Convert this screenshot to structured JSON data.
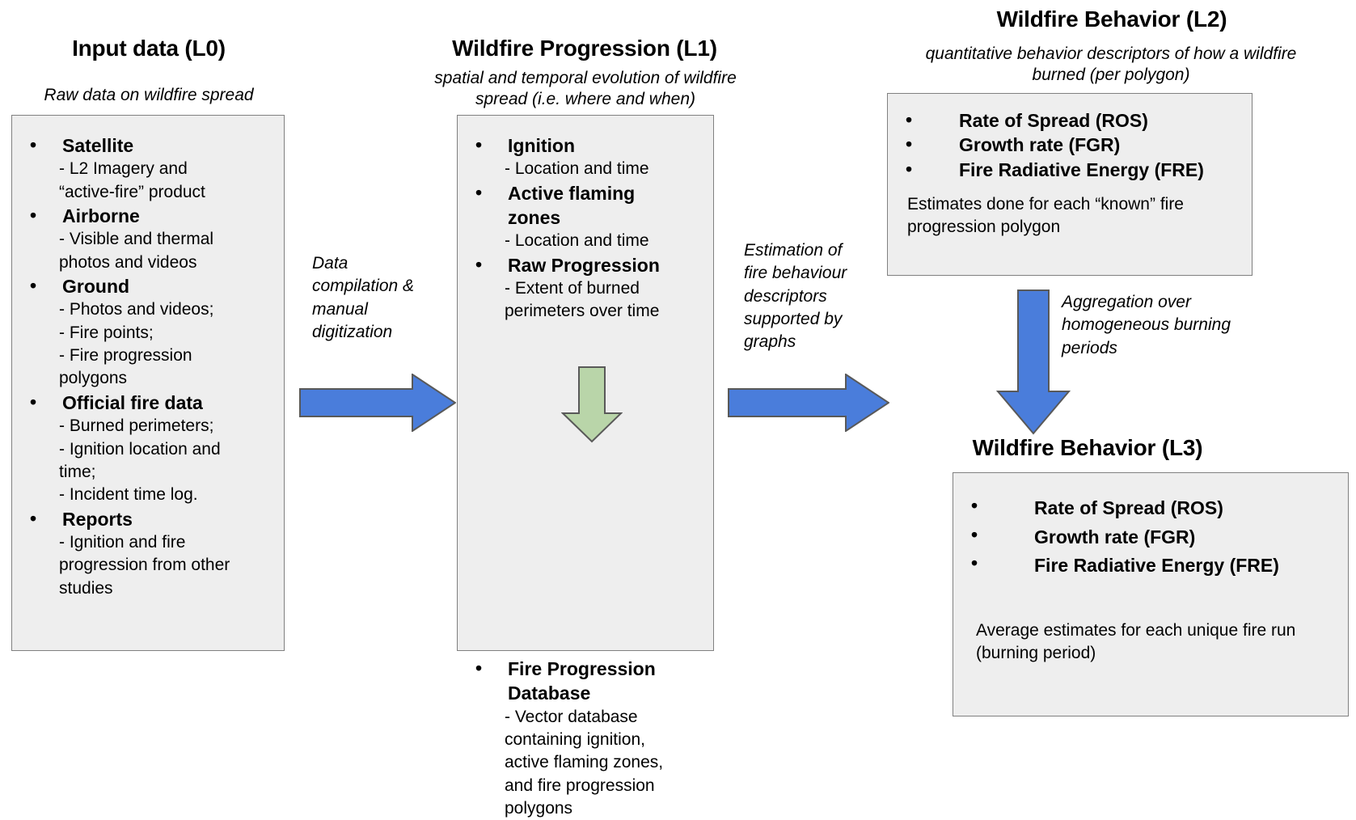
{
  "colors": {
    "panel_fill": "#eeeeee",
    "panel_border": "#808080",
    "arrow_blue": "#4a7ddb",
    "arrow_green": "#b9d5a9",
    "arrow_outline": "#595959",
    "text": "#000000"
  },
  "columns": {
    "l0": {
      "title": "Input data (L0)",
      "subtitle": "Raw data on wildfire spread",
      "items": [
        {
          "heading": "Satellite",
          "lines": [
            "- L2 Imagery and",
            "“active-fire” product"
          ]
        },
        {
          "heading": "Airborne",
          "lines": [
            "- Visible and thermal",
            "photos and videos"
          ]
        },
        {
          "heading": "Ground",
          "lines": [
            "- Photos and videos;",
            "- Fire points;",
            "- Fire progression",
            "polygons"
          ]
        },
        {
          "heading": "Official fire data",
          "lines": [
            "- Burned perimeters;",
            "- Ignition location and",
            "time;",
            "- Incident time log."
          ]
        },
        {
          "heading": "Reports",
          "lines": [
            "- Ignition and fire",
            "progression from other",
            "studies"
          ]
        }
      ]
    },
    "l1": {
      "title": "Wildfire Progression (L1)",
      "subtitle": "spatial and temporal evolution of wildfire spread (i.e. where and when)",
      "items_top": [
        {
          "heading": "Ignition",
          "lines": [
            "- Location and time"
          ]
        },
        {
          "heading": "Active flaming zones",
          "lines": [
            "- Location and time"
          ]
        },
        {
          "heading": "Raw Progression",
          "lines": [
            "- Extent of burned",
            "perimeters over time"
          ]
        }
      ],
      "items_bottom": [
        {
          "heading": "Fire Progression Database",
          "lines": [
            "- Vector database",
            "containing ignition,",
            "active flaming zones,",
            "and fire progression",
            "polygons"
          ]
        }
      ]
    },
    "l2": {
      "title": "Wildfire Behavior (L2)",
      "subtitle": "quantitative behavior descriptors of  how a wildfire burned (per polygon)",
      "items": [
        "Rate of Spread (ROS)",
        "Growth rate (FGR)",
        "Fire Radiative Energy (FRE)"
      ],
      "note": "Estimates done for each “known” fire progression polygon"
    },
    "l3": {
      "title": "Wildfire Behavior (L3)",
      "items": [
        "Rate of Spread (ROS)",
        "Growth rate (FGR)",
        "Fire Radiative Energy (FRE)"
      ],
      "note": "Average estimates for each unique fire run (burning period)"
    }
  },
  "connectors": {
    "l0_to_l1": {
      "label": "Data compilation & manual digitization",
      "direction": "right",
      "color": "blue"
    },
    "l1_to_l2": {
      "label": "Estimation of fire behaviour descriptors supported by graphs",
      "direction": "right",
      "color": "blue"
    },
    "l1_internal": {
      "label": "",
      "direction": "down",
      "color": "green"
    },
    "l2_to_l3": {
      "label": "Aggregation over homogeneous burning periods",
      "direction": "down",
      "color": "blue"
    }
  }
}
